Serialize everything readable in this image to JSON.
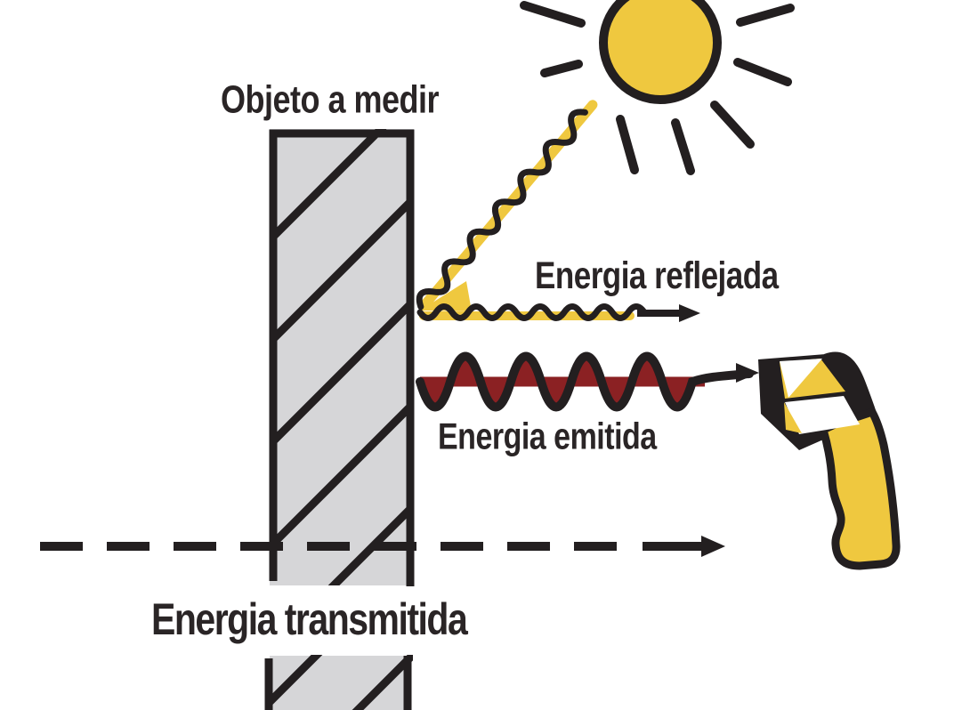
{
  "labels": {
    "object": "Objeto a medir",
    "reflected": "Energia reflejada",
    "emitted": "Energia emitida",
    "transmitted": "Energia transmitida"
  },
  "icons": {
    "sun": "sun-icon",
    "thermometer": "ir-thermometer-icon",
    "object_block": "measured-object-block",
    "incident_ray": "incident-ray-wave",
    "reflected_ray": "reflected-ray-wave",
    "emitted_ray": "emitted-ray-wave",
    "transmitted_ray": "transmitted-ray-dashed-arrow"
  },
  "colors": {
    "sun-yellow": "#EFC83F",
    "emitted-red": "#8B2123",
    "object-gray": "#D6D6D8",
    "line-black": "#231F20",
    "text-color": "#2A2526",
    "background": "#FFFFFF"
  }
}
